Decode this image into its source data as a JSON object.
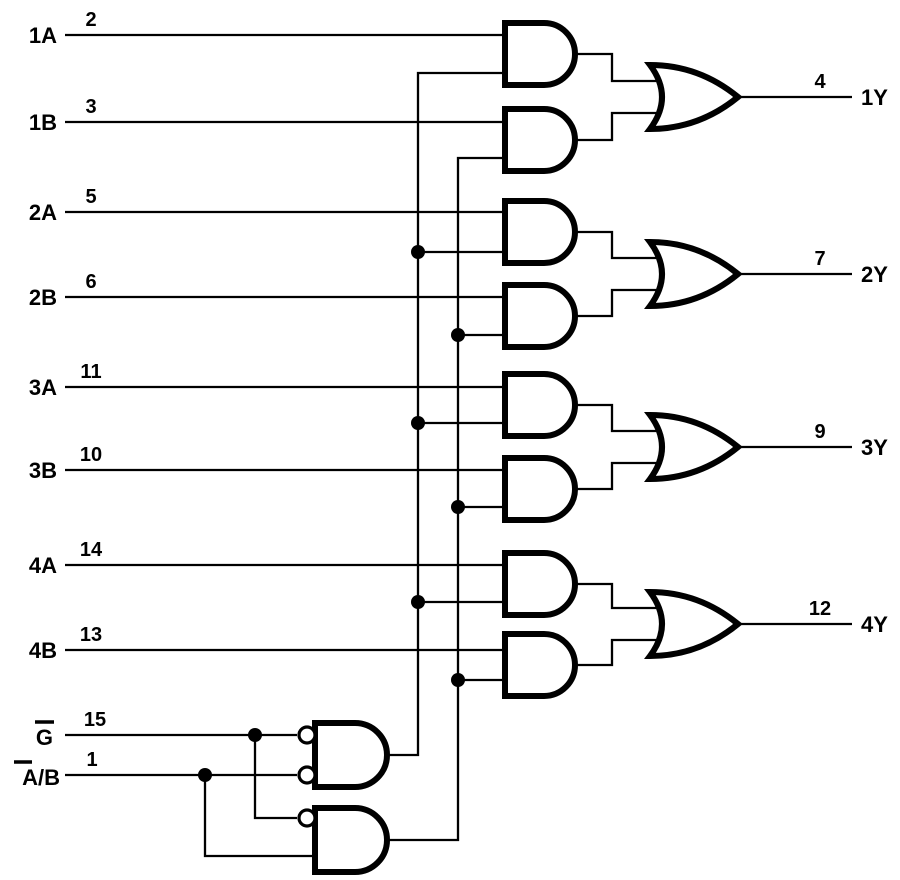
{
  "colors": {
    "background": "#ffffff",
    "line": "#000000"
  },
  "inputs": [
    {
      "label": "1A",
      "pin": "2"
    },
    {
      "label": "1B",
      "pin": "3"
    },
    {
      "label": "2A",
      "pin": "5"
    },
    {
      "label": "2B",
      "pin": "6"
    },
    {
      "label": "3A",
      "pin": "11"
    },
    {
      "label": "3B",
      "pin": "10"
    },
    {
      "label": "4A",
      "pin": "14"
    },
    {
      "label": "4B",
      "pin": "13"
    },
    {
      "label_bar": "G",
      "label_rest": "",
      "pin": "15"
    },
    {
      "label_bar": "A",
      "label_rest": "/B",
      "pin": "1"
    }
  ],
  "outputs": [
    {
      "label": "1Y",
      "pin": "4"
    },
    {
      "label": "2Y",
      "pin": "7"
    },
    {
      "label": "3Y",
      "pin": "9"
    },
    {
      "label": "4Y",
      "pin": "12"
    }
  ]
}
